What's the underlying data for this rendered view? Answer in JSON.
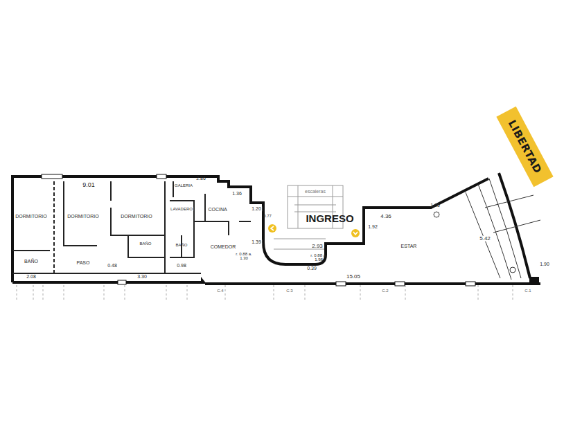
{
  "diagram": {
    "nodes": [
      {
        "text": [
          "LIBERTAD"
        ]
      }
    ],
    "labels": [
      "DORMITORIO",
      "DORMITORIO",
      "DORMITORIO",
      "BAÑO",
      "PASO",
      "BAÑO",
      "BAÑO",
      "LAVADERO",
      "COCINA",
      "GALERIA",
      "COMEDOR",
      "ESTAR",
      "INGRESO",
      "9.01",
      "2.86",
      "1.36",
      "1.20",
      "0.77",
      "1.39",
      "2.93",
      "0.39",
      "r. 0.88 a. 1.30",
      "r. 0.88 a. 1.98",
      "4.36",
      "1.65",
      "5.42",
      "1.90",
      "15.05",
      "2.08",
      "0.48",
      "3.30",
      "0.98",
      "1.92",
      "C.4",
      "C.3",
      "C.2",
      "C.1",
      "escaleras"
    ]
  }
}
